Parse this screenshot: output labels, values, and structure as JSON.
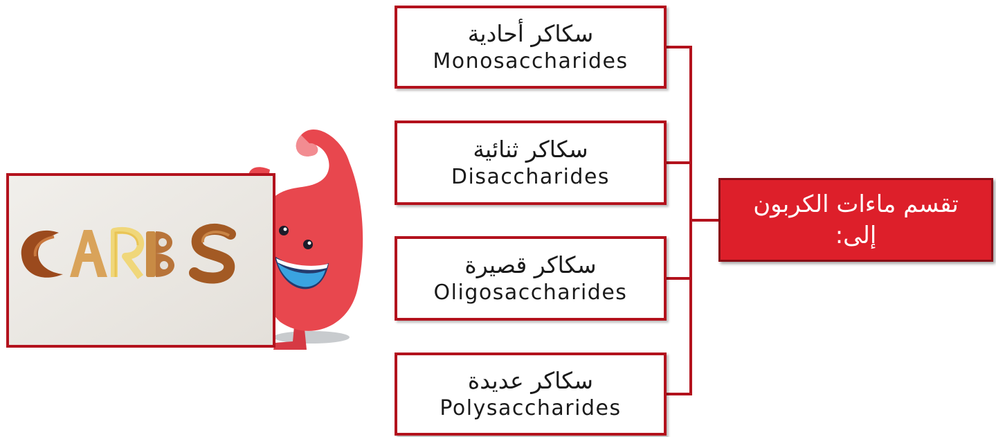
{
  "root": {
    "line1": "تقسم ماءات الكربون",
    "line2": "إلى:"
  },
  "categories": [
    {
      "arabic": "سكاكر أحادية",
      "english": "Monosaccharides"
    },
    {
      "arabic": "سكاكر ثنائية",
      "english": "Disaccharides"
    },
    {
      "arabic": "سكاكر قصيرة",
      "english": "Oligosaccharides"
    },
    {
      "arabic": "سكاكر عديدة",
      "english": "Polysaccharides"
    }
  ],
  "image": {
    "word": "CARBS"
  },
  "colors": {
    "accent": "#b3121d",
    "root_fill": "#dd1f2a",
    "mascot": "#e8474e"
  },
  "icons": {
    "mascot": "sugar-drop-mascot-icon"
  }
}
